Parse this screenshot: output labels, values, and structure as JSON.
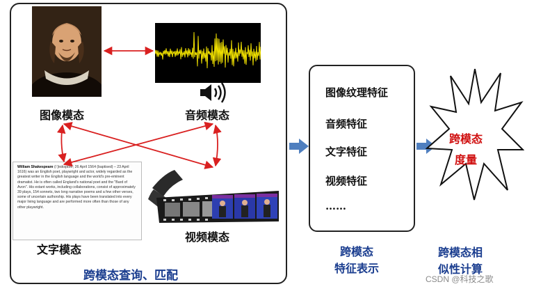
{
  "left_panel": {
    "image_label": "图像模态",
    "audio_label": "音频模态",
    "text_label": "文字模态",
    "video_label": "视频模态",
    "caption": "跨模态查询、匹配",
    "doc_title": "William Shakespeare",
    "doc_text": "(/ˈʃeɪkspɪər/; 26 April 1564 (baptised) – 23 April 1616) was an English poet, playwright and actor, widely regarded as the greatest writer in the English language and the world's pre-eminent dramatist. He is often called England's national poet and the \"Bard of Avon\". His extant works, including collaborations, consist of approximately 39 plays, 154 sonnets, two long narrative poems and a few other verses, some of uncertain authorship. His plays have been translated into every major living language and are performed more often than those of any other playwright."
  },
  "feature_box": {
    "items": [
      "图像纹理特征",
      "音频特征",
      "文字特征",
      "视频特征",
      "……"
    ],
    "caption_line1": "跨模态",
    "caption_line2": "特征表示"
  },
  "similarity": {
    "burst_line1": "跨模态",
    "burst_line2": "度量",
    "caption_line1": "跨模态相",
    "caption_line2": "似性计算"
  },
  "watermark": "CSDN @科技之歌",
  "colors": {
    "arrow_red": "#d92020",
    "block_arrow": "#4f7fbf",
    "caption_blue": "#1a3d8f",
    "burst_text": "#d01010",
    "waveform": "#f2e200"
  }
}
